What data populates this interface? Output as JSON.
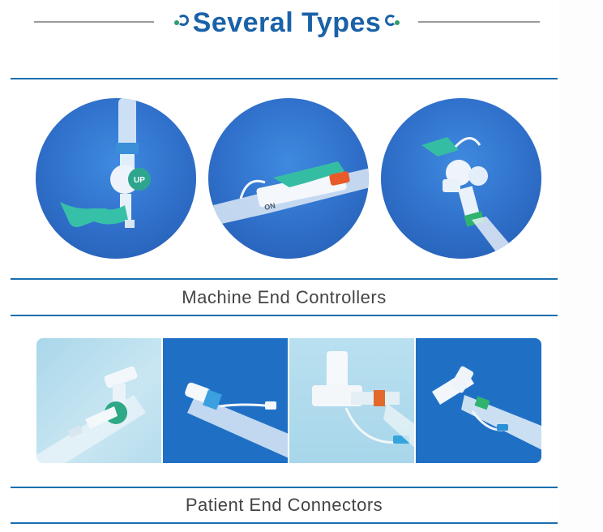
{
  "header": {
    "title": "Several Types"
  },
  "sections": {
    "machine_end": {
      "caption": "Machine End Controllers",
      "images": [
        {
          "icon": "machine-end-controller-vertical-icon",
          "text": "UP"
        },
        {
          "icon": "machine-end-controller-horizontal-icon",
          "text": "ON"
        },
        {
          "icon": "machine-end-controller-angled-icon",
          "text": ""
        }
      ]
    },
    "patient_end": {
      "caption": "Patient End Connectors",
      "images": [
        {
          "icon": "patient-end-connector-1-icon"
        },
        {
          "icon": "patient-end-connector-2-icon"
        },
        {
          "icon": "patient-end-connector-3-icon"
        },
        {
          "icon": "patient-end-connector-4-icon"
        }
      ]
    }
  },
  "colors": {
    "title_blue": "#1a62a8",
    "accent_green": "#2e9e6a",
    "rule_blue": "#1a6fb0",
    "circle_blue": "#2f6fc9",
    "tile_light": "#b6dced",
    "tile_dark": "#1f70c5",
    "caption_gray": "#444444"
  }
}
